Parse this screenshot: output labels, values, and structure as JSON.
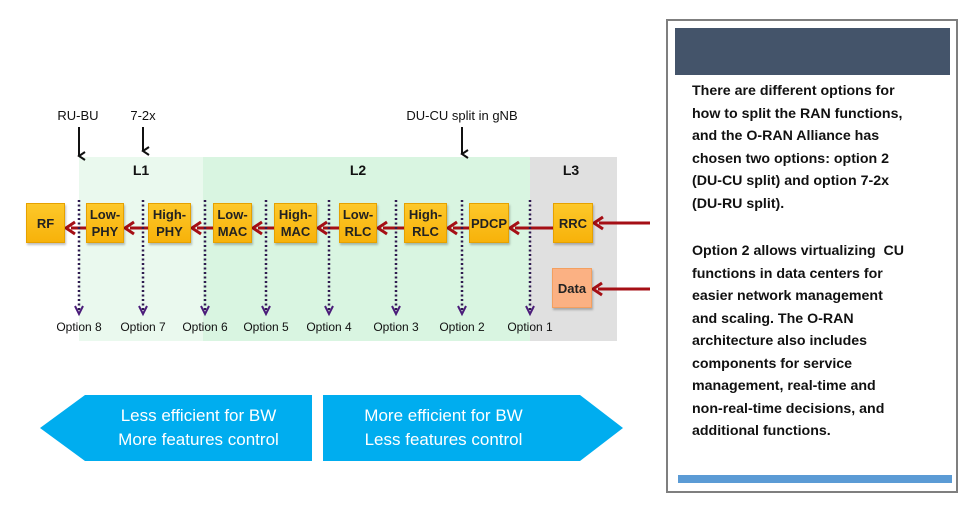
{
  "diagram": {
    "top_labels": {
      "ru_bu": "RU-BU",
      "split_72x": "7-2x",
      "du_cu": "DU-CU split in gNB"
    },
    "layers": [
      {
        "id": "l1",
        "label": "L1"
      },
      {
        "id": "l2",
        "label": "L2"
      },
      {
        "id": "l3",
        "label": "L3"
      }
    ],
    "blocks": [
      {
        "id": "rf",
        "label": "RF"
      },
      {
        "id": "low-phy",
        "label": "Low-\nPHY"
      },
      {
        "id": "high-phy",
        "label": "High-\nPHY"
      },
      {
        "id": "low-mac",
        "label": "Low-\nMAC"
      },
      {
        "id": "high-mac",
        "label": "High-\nMAC"
      },
      {
        "id": "low-rlc",
        "label": "Low-\nRLC"
      },
      {
        "id": "high-rlc",
        "label": "High-\nRLC"
      },
      {
        "id": "pdcp",
        "label": "PDCP"
      },
      {
        "id": "rrc",
        "label": "RRC"
      },
      {
        "id": "data",
        "label": "Data"
      }
    ],
    "options": [
      "Option 8",
      "Option 7",
      "Option 6",
      "Option 5",
      "Option 4",
      "Option 3",
      "Option 2",
      "Option 1"
    ],
    "banners": {
      "left": {
        "line1": "Less efficient for BW",
        "line2": "More features control"
      },
      "right": {
        "line1": "More efficient for BW",
        "line2": "Less features control"
      }
    },
    "colors": {
      "block": "#f9b90f",
      "data_block": "#fbb183",
      "arrow": "#a50f15",
      "option_line": "#2e1a4f",
      "banner": "#00adef",
      "l1_zone": "#eaf9ee",
      "l2_zone": "#d9f5e1",
      "l3_zone": "#e0e0e0"
    }
  },
  "panel": {
    "header_title": "",
    "paragraph1": "There are different options for how to split the RAN functions, and the O-RAN Alliance has chosen two options: option 2 (DU-CU split) and option 7-2x (DU-RU split).",
    "paragraph1_lines": [
      "There are different options for",
      "how to split the RAN functions,",
      "and the O-RAN Alliance has",
      "chosen two options: option 2",
      "(DU-CU split) and option 7-2x",
      "(DU-RU split)."
    ],
    "paragraph2_lines": [
      "Option 2 allows virtualizing  CU",
      "functions in data centers for",
      "easier network management",
      "and scaling. The O-RAN",
      "architecture also includes",
      "components for service",
      "management, real-time and",
      "non-real-time decisions, and",
      "additional functions."
    ],
    "colors": {
      "header": "#44546a",
      "footer_bar": "#5b9bd5",
      "border": "#7f7f7f"
    }
  }
}
